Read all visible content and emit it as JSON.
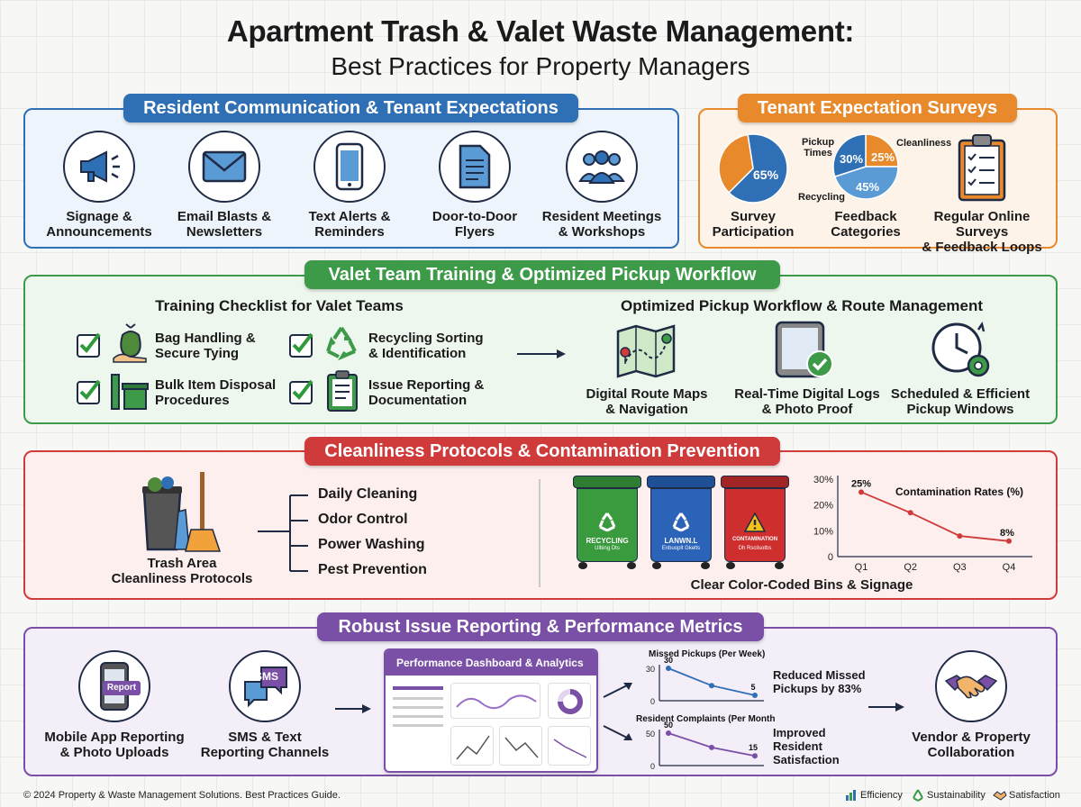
{
  "header": {
    "title": "Apartment Trash & Valet Waste Management:",
    "subtitle": "Best Practices for Property Managers"
  },
  "communication": {
    "title": "Resident Communication & Tenant Expectations",
    "items": [
      {
        "label": "Signage &\nAnnouncements",
        "icon": "megaphone-icon"
      },
      {
        "label": "Email Blasts &\nNewsletters",
        "icon": "envelope-icon"
      },
      {
        "label": "Text Alerts &\nReminders",
        "icon": "smartphone-icon"
      },
      {
        "label": "Door-to-Door\nFlyers",
        "icon": "document-icon"
      },
      {
        "label": "Resident Meetings\n& Workshops",
        "icon": "group-icon"
      }
    ]
  },
  "surveys": {
    "title": "Tenant Expectation Surveys",
    "participation": {
      "label": "Survey\nParticipation",
      "percent": "65%",
      "value": 65,
      "colors": [
        "#2f6fb5",
        "#e8892b"
      ]
    },
    "feedback": {
      "label": "Feedback\nCategories",
      "slices": [
        {
          "name": "Pickup\nTimes",
          "value": 30,
          "text": "30%",
          "color": "#2f6fb5"
        },
        {
          "name": "Cleanliness",
          "value": 25,
          "text": "25%",
          "color": "#e8892b"
        },
        {
          "name": "Recycling",
          "value": 45,
          "text": "45%",
          "color": "#5b9bd5"
        }
      ]
    },
    "online": {
      "label": "Regular Online Surveys\n& Feedback Loops",
      "icon": "clipboard-checklist-icon"
    }
  },
  "valet": {
    "title": "Valet Team Training & Optimized Pickup Workflow",
    "checklist_title": "Training Checklist for Valet Teams",
    "checklist": [
      {
        "label": "Bag Handling &\nSecure Tying",
        "icon": "trash-bag-icon"
      },
      {
        "label": "Recycling Sorting\n& Identification",
        "icon": "recycle-icon"
      },
      {
        "label": "Bulk Item Disposal\nProcedures",
        "icon": "bulk-bin-icon"
      },
      {
        "label": "Issue Reporting &\nDocumentation",
        "icon": "clipboard-icon"
      }
    ],
    "workflow_title": "Optimized Pickup Workflow & Route Management",
    "workflow": [
      {
        "label": "Digital Route Maps\n& Navigation",
        "icon": "map-icon"
      },
      {
        "label": "Real-Time Digital Logs\n& Photo Proof",
        "icon": "tablet-check-icon"
      },
      {
        "label": "Scheduled & Efficient\nPickup Windows",
        "icon": "clock-gear-icon"
      }
    ]
  },
  "cleanliness": {
    "title": "Cleanliness Protocols & Contamination Prevention",
    "area_label": "Trash Area\nCleanliness Protocols",
    "protocols": [
      "Daily Cleaning",
      "Odor Control",
      "Power Washing",
      "Pest Prevention"
    ],
    "bins_label": "Clear Color-Coded Bins & Signage",
    "bins": [
      {
        "color": "#3a9a3e",
        "text": "RECYCLING",
        "sub": "Ulbing Dts",
        "icon": "recycle-icon"
      },
      {
        "color": "#2a63b8",
        "text": "LANWN.L",
        "sub": "Enbuoplt Gkelts",
        "icon": "recycle-icon"
      },
      {
        "color": "#cf2e2e",
        "text": "CONTAMINATION",
        "sub": "Dh Rsclisotbs",
        "icon": "warning-icon"
      }
    ]
  },
  "chart_data": [
    {
      "type": "line",
      "title": "Contamination Rates (%)",
      "categories": [
        "Q1",
        "Q2",
        "Q3",
        "Q4"
      ],
      "values": [
        25,
        17,
        8,
        6
      ],
      "data_labels": [
        "25%",
        "",
        "",
        "8%"
      ],
      "ylim": [
        0,
        30
      ],
      "yticks": [
        "0",
        "10%",
        "20%",
        "30%"
      ],
      "color": "#cf3a3a"
    },
    {
      "type": "line",
      "title": "Missed Pickups (Per Week)",
      "values": [
        30,
        14,
        5
      ],
      "data_labels": [
        "30",
        "",
        "5"
      ],
      "ylim": [
        0,
        30
      ],
      "yticks": [
        "0",
        "30"
      ],
      "color": "#2f6fb5"
    },
    {
      "type": "line",
      "title": "Resident Complaints (Per Month)",
      "values": [
        50,
        28,
        15
      ],
      "data_labels": [
        "50",
        "",
        "15"
      ],
      "ylim": [
        0,
        50
      ],
      "yticks": [
        "0",
        "50"
      ],
      "color": "#7a4fa6"
    }
  ],
  "reporting": {
    "title": "Robust Issue Reporting & Performance Metrics",
    "mobile": {
      "label": "Mobile App Reporting\n& Photo Uploads",
      "badge": "Report"
    },
    "sms": {
      "label": "SMS & Text\nReporting Channels",
      "badge": "SMS"
    },
    "dashboard_title": "Performance Dashboard & Analytics",
    "missed_note": "Reduced Missed\nPickups by 83%",
    "complaints_note": "Improved\nResident\nSatisfaction",
    "collab_label": "Vendor & Property\nCollaboration"
  },
  "footer": {
    "copyright": "© 2024 Property & Waste Management Solutions. Best Practices Guide.",
    "legend": [
      "Efficiency",
      "Sustainability",
      "Satisfaction"
    ]
  }
}
